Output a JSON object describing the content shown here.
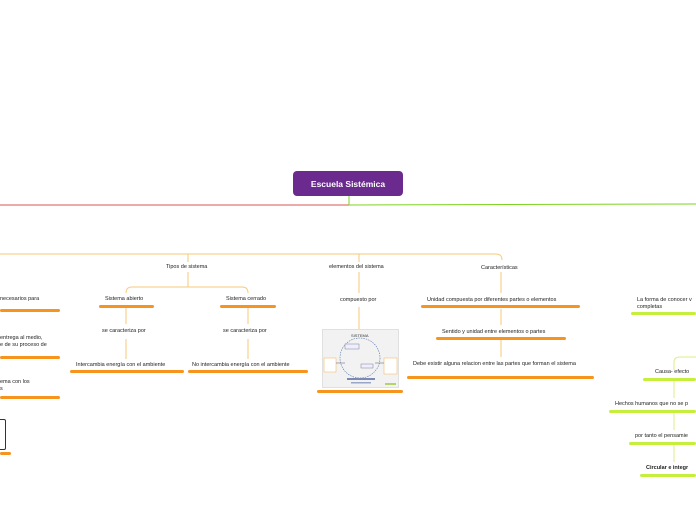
{
  "root": {
    "label": "Escuela Sistémica"
  },
  "left_branch": {
    "item1": "necesarios para",
    "item2_line1": "entrega al medio,",
    "item2_line2": "e de su proceso de",
    "item3_line1": "ema con los",
    "item3_line2": "s"
  },
  "tipos": {
    "label": "Tipos de sistema",
    "abierto": {
      "label": "Sistema abierto",
      "connector": "se caracteriza por",
      "detail": "Intercambia energía con el ambiente"
    },
    "cerrado": {
      "label": "Sistema cerrado",
      "connector": "se caracteriza por",
      "detail": "No intercambia energía con el ambiente"
    }
  },
  "elementos": {
    "label": "elementos del sistema",
    "connector": "compuesto por",
    "image_title": "SISTEMA"
  },
  "caracteristicas": {
    "label": "Características",
    "items": [
      "Unidad compuesta por diferentes partes o elementos",
      "Sentido y unidad entre elementos o partes",
      "Debe existir alguna relacion entre las partes que forman el sistema"
    ]
  },
  "right_branch": {
    "item1_line1": "La forma de conocer v",
    "item1_line2": "completas",
    "causa": "Causa- efecto",
    "hechos": "Hechos humanos que no se p",
    "pensamiento": "por tanto el pensamie",
    "circular": "Circular e integr"
  },
  "colors": {
    "root": "#6a2a8e",
    "orange": "#f7941d",
    "green": "#c6ee3c",
    "red_line": "#d9534f",
    "green_line": "#7ed321"
  }
}
